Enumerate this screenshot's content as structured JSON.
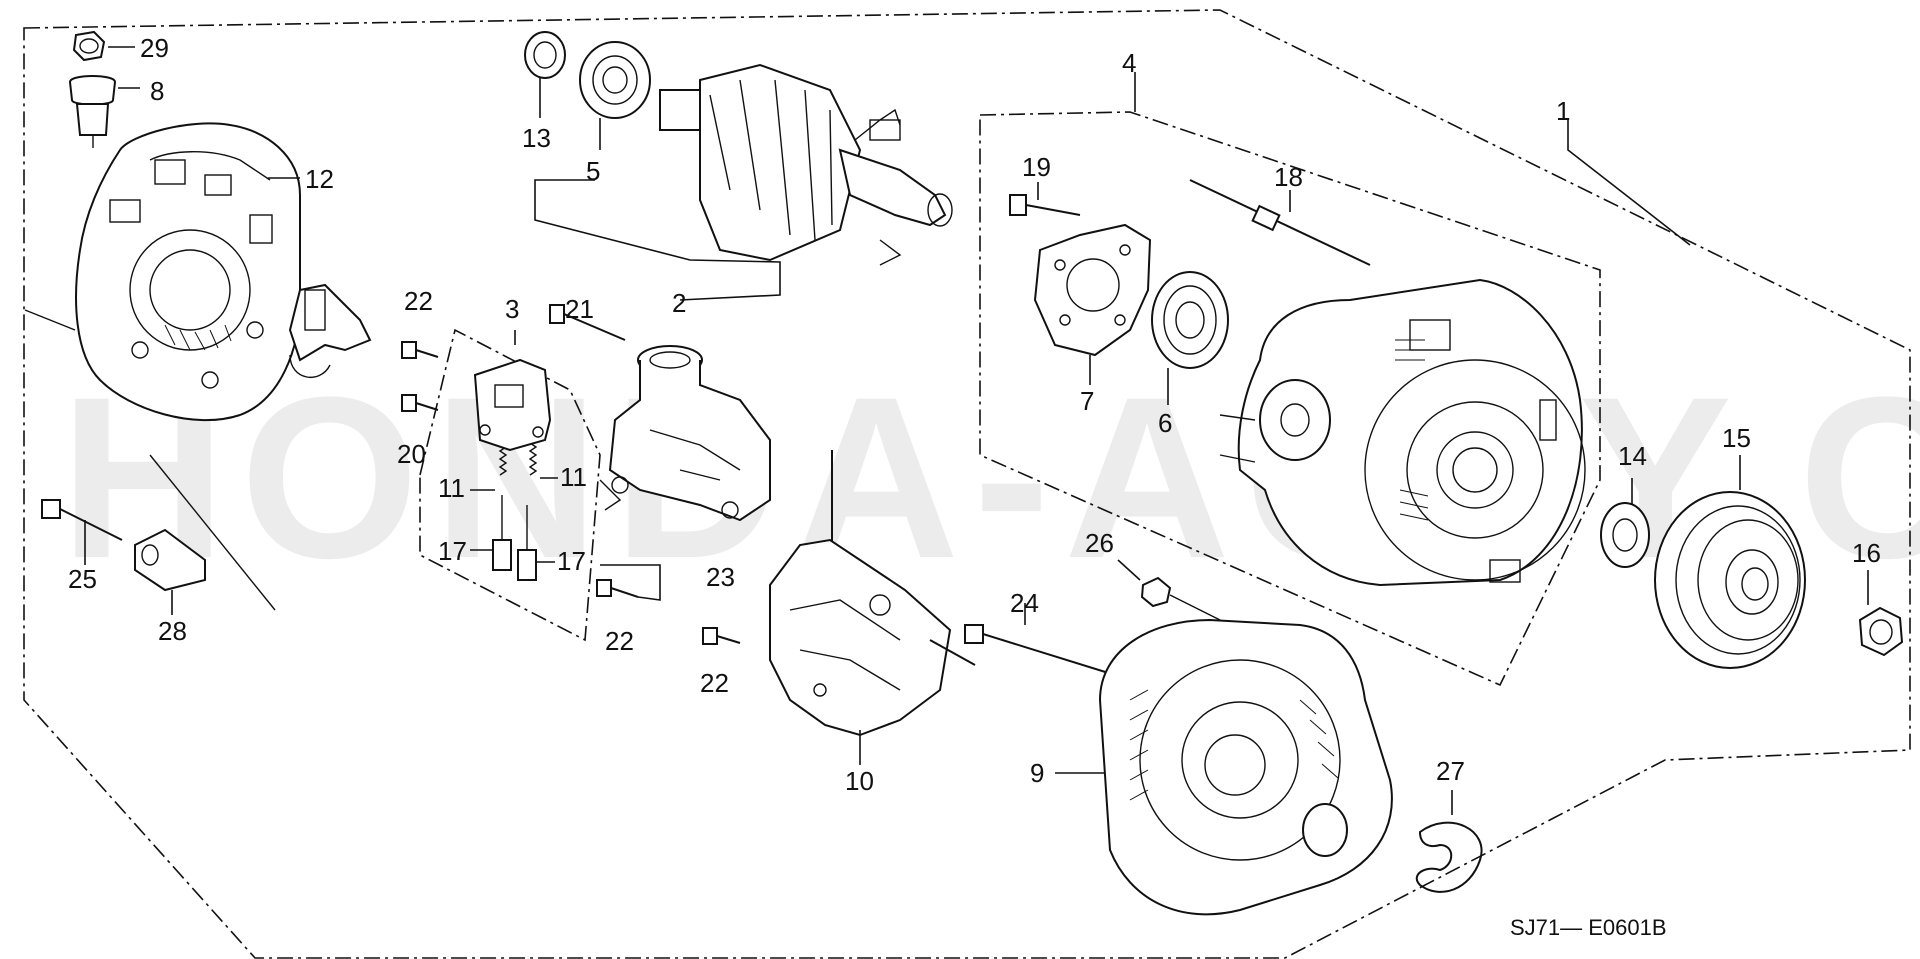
{
  "diagram": {
    "watermark": "HONDA-ACTY.COM",
    "diagram_code": "SJ71— E0601B",
    "parts": {
      "p1": "1",
      "p2": "2",
      "p3": "3",
      "p4": "4",
      "p5": "5",
      "p6": "6",
      "p7": "7",
      "p8": "8",
      "p9": "9",
      "p10": "10",
      "p11a": "11",
      "p11b": "11",
      "p12": "12",
      "p13": "13",
      "p14": "14",
      "p15": "15",
      "p16": "16",
      "p17a": "17",
      "p17b": "17",
      "p18": "18",
      "p19": "19",
      "p20": "20",
      "p21": "21",
      "p22a": "22",
      "p22b": "22",
      "p22c": "22",
      "p23": "23",
      "p24": "24",
      "p25": "25",
      "p26": "26",
      "p27": "27",
      "p28": "28",
      "p29": "29"
    }
  }
}
